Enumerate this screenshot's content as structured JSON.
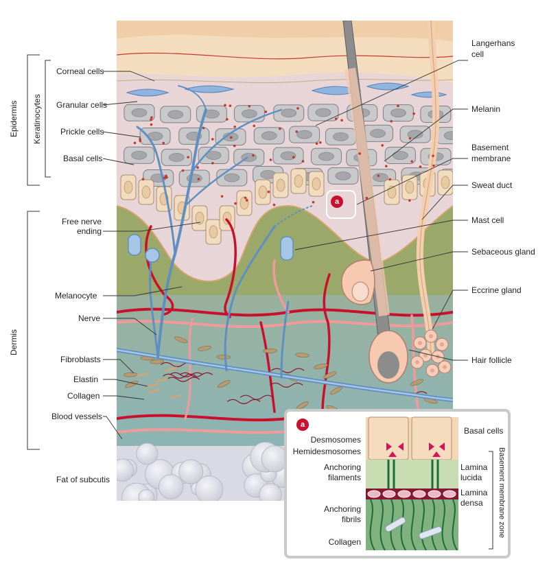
{
  "labels": {
    "epidermis": "Epidermis",
    "keratinocytes": "Keratinocytes",
    "corneal_cells": "Corneal cells",
    "granular_cells": "Granular cells",
    "prickle_cells": "Prickle cells",
    "basal_cells": "Basal cells",
    "dermis": "Dermis",
    "free_nerve_ending": [
      "Free nerve",
      "ending"
    ],
    "melanocyte": "Melanocyte",
    "nerve": "Nerve",
    "fibroblasts": "Fibroblasts",
    "elastin": "Elastin",
    "collagen": "Collagen",
    "blood_vessels": "Blood vessels",
    "fat_of_subcutis": "Fat of subcutis",
    "langerhans_cell": [
      "Langerhans",
      "cell"
    ],
    "melanin": "Melanin",
    "basement_membrane": [
      "Basement",
      "membrane"
    ],
    "sweat_duct": "Sweat duct",
    "mast_cell": "Mast cell",
    "sebaceous_gland": "Sebaceous gland",
    "eccrine_gland": "Eccrine gland",
    "hair_follicle": "Hair follicle"
  },
  "inset": {
    "marker": "a",
    "basal_cells": "Basal cells",
    "desmosomes": "Desmosomes",
    "hemidesmosomes": "Hemidesmosomes",
    "anchoring_filaments": [
      "Anchoring",
      "filaments"
    ],
    "anchoring_fibrils": [
      "Anchoring",
      "fibrils"
    ],
    "collagen": "Collagen",
    "lamina_lucida": [
      "Lamina",
      "lucida"
    ],
    "lamina_densa": [
      "Lamina",
      "densa"
    ],
    "basement_membrane_zone": "Basement membrane zone"
  },
  "colors": {
    "stratum_corneum": "#f4d9b8",
    "epidermis": "#e6d6d8",
    "cell_fill": "#c9c9cc",
    "nucleus": "#a7a8ab",
    "basal_cell": "#f1dcc0",
    "papillary_dermis": "#9aa86a",
    "reticular_dermis": "#a9b3a0",
    "deep_dermis": "#8fb7ba",
    "fat": "#dcdde6",
    "nerve": "#6f9cc8",
    "artery": "#c8102e",
    "vein": "#f19a9a",
    "hair": "#8d8c8c",
    "follicle": "#f6c9b0",
    "marker": "#c8102e"
  }
}
